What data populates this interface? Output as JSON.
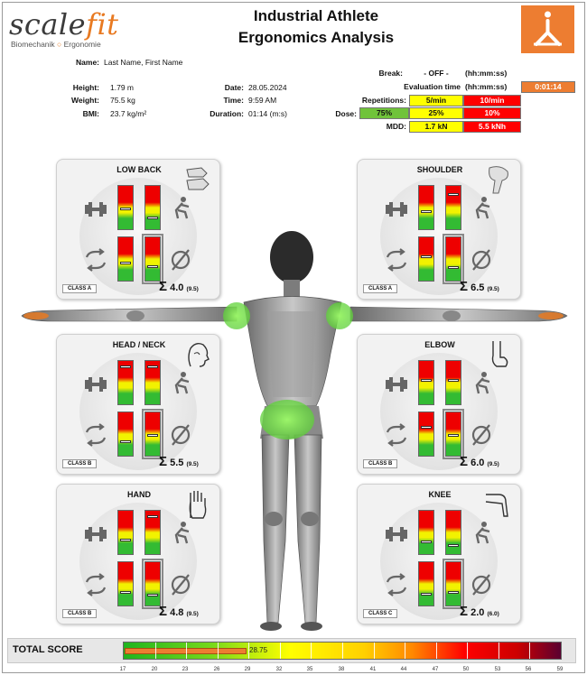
{
  "brand": {
    "name_main": "scale",
    "name_accent": "fit",
    "tagline_a": "Biomechanik",
    "tagline_b": "Ergonomie",
    "accent_color": "#ed7d31"
  },
  "title": {
    "line1": "Industrial Athlete",
    "line2": "Ergonomics Analysis"
  },
  "subject": {
    "name_label": "Name:",
    "name": "Last Name, First Name",
    "height_label": "Height:",
    "height": "1.79 m",
    "weight_label": "Weight:",
    "weight": "75.5 kg",
    "bmi_label": "BMI:",
    "bmi": "23.7 kg/m²",
    "date_label": "Date:",
    "date": "28.05.2024",
    "time_label": "Time:",
    "time": "9:59 AM",
    "duration_label": "Duration:",
    "duration": "01:14 (m:s)"
  },
  "summary": {
    "break_label": "Break:",
    "break_value": "- OFF -",
    "break_unit": "(hh:mm:ss)",
    "eval_label": "Evaluation time",
    "eval_unit": "(hh:mm:ss)",
    "eval_value": "0:01:14",
    "rep_label": "Repetitions:",
    "rep_warn": "5/min",
    "rep_limit": "10/min",
    "dose_label": "Dose:",
    "dose_low": "75%",
    "dose_warn": "25%",
    "dose_limit": "10%",
    "mdd_label": "MDD:",
    "mdd_warn": "1.7 kN",
    "mdd_limit": "5.5 kNh"
  },
  "panels": [
    {
      "title": "LOW BACK",
      "class": "CLASS A",
      "score": "4.0",
      "max": "(9.5)",
      "icon": "vertebra-icon",
      "markers": [
        0.55,
        0.78,
        0.62,
        0.7
      ]
    },
    {
      "title": "SHOULDER",
      "class": "CLASS A",
      "score": "6.5",
      "max": "(9.5)",
      "icon": "shoulder-joint-icon",
      "markers": [
        0.62,
        0.18,
        0.45,
        0.72
      ]
    },
    {
      "title": "HEAD / NECK",
      "class": "CLASS B",
      "score": "5.5",
      "max": "(9.5)",
      "icon": "head-icon",
      "markers": [
        0.12,
        0.12,
        0.7,
        0.55
      ]
    },
    {
      "title": "ELBOW",
      "class": "CLASS B",
      "score": "6.0",
      "max": "(9.5)",
      "icon": "elbow-icon",
      "markers": [
        0.45,
        0.45,
        0.35,
        0.55
      ]
    },
    {
      "title": "HAND",
      "class": "CLASS B",
      "score": "4.8",
      "max": "(9.5)",
      "icon": "hand-icon",
      "markers": [
        0.7,
        0.12,
        0.72,
        0.8
      ]
    },
    {
      "title": "KNEE",
      "class": "CLASS C",
      "score": "2.0",
      "max": "(6.0)",
      "icon": "knee-icon",
      "markers": [
        0.75,
        0.85,
        0.78,
        0.72
      ]
    }
  ],
  "total": {
    "label": "TOTAL SCORE",
    "value": "28.75",
    "value_num": 28.75,
    "scale_min": 17,
    "scale_max": 59,
    "ticks": [
      "17",
      "20",
      "23",
      "26",
      "29",
      "32",
      "35",
      "38",
      "41",
      "44",
      "47",
      "50",
      "53",
      "56",
      "59"
    ]
  }
}
